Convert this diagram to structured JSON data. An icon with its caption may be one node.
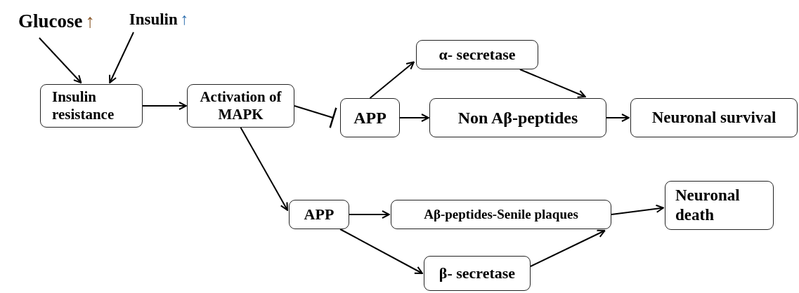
{
  "diagram": {
    "nodes": [
      {
        "text": [
          "Glucose",
          "↑"
        ]
      },
      {
        "text": [
          "Insulin",
          "↑"
        ]
      },
      {
        "text": [
          "Insulin resistance"
        ]
      },
      {
        "text": [
          "Activation of MAPK"
        ]
      },
      {
        "text": [
          "APP"
        ]
      },
      {
        "text": [
          "α- secretase"
        ]
      },
      {
        "text": [
          "Non Aβ-peptides"
        ]
      },
      {
        "text": [
          "Neuronal survival"
        ]
      },
      {
        "text": [
          "APP"
        ]
      },
      {
        "text": [
          "Aβ-peptides-Senile plaques"
        ]
      },
      {
        "text": [
          "Neuronal death"
        ]
      },
      {
        "text": [
          "β- secretase"
        ]
      }
    ],
    "edges": [
      {
        "from": 0,
        "to": 2,
        "arrow": "to"
      },
      {
        "from": 1,
        "to": 2,
        "arrow": "to"
      },
      {
        "from": 2,
        "to": 3,
        "arrow": "to"
      },
      {
        "from": 3,
        "to": 4,
        "arrow": "other"
      },
      {
        "from": 4,
        "to": 5,
        "arrow": "to"
      },
      {
        "from": 5,
        "to": 6,
        "arrow": "to"
      },
      {
        "from": 4,
        "to": 6,
        "arrow": "to"
      },
      {
        "from": 6,
        "to": 7,
        "arrow": "to"
      },
      {
        "from": 3,
        "to": 8,
        "arrow": "to"
      },
      {
        "from": 8,
        "to": 9,
        "arrow": "to"
      },
      {
        "from": 8,
        "to": 11,
        "arrow": "to"
      },
      {
        "from": 11,
        "to": 9,
        "arrow": "to"
      },
      {
        "from": 9,
        "to": 10,
        "arrow": "to"
      }
    ]
  }
}
